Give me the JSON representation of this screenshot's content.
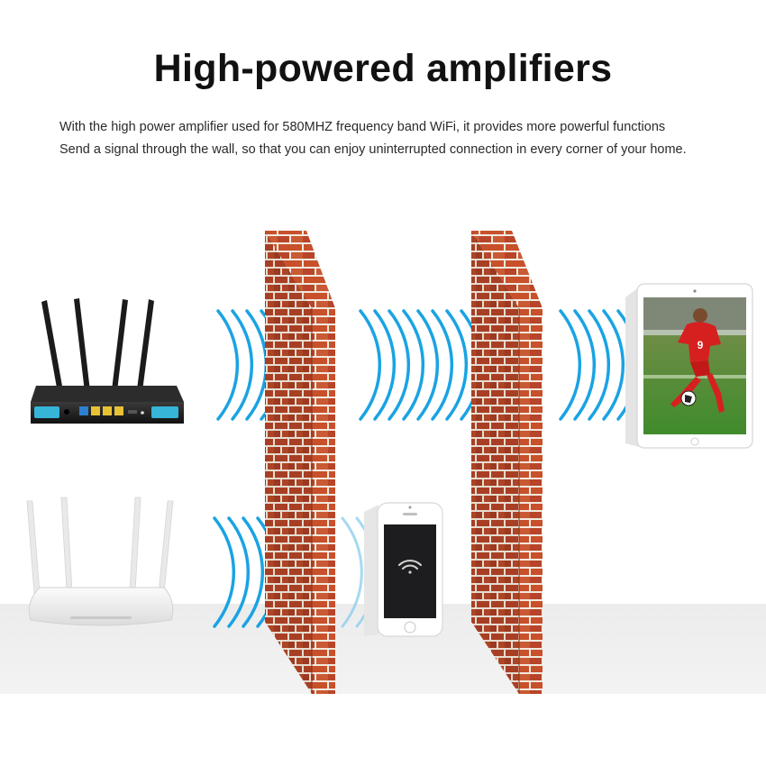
{
  "heading": "High-powered amplifiers",
  "description": {
    "line1": "With the high power amplifier used for 580MHZ frequency band WiFi, it provides more powerful functions",
    "line2": "Send a signal through the wall, so that you can enjoy uninterrupted connection in every corner of your home."
  },
  "illustration": {
    "devices": [
      "router-black-icon",
      "router-white-icon",
      "smartphone-icon",
      "tablet-icon",
      "wifi-icon"
    ],
    "walls": [
      "brick-wall-left",
      "brick-wall-right"
    ],
    "colors": {
      "signal": "#1aa3e3",
      "brick": "#c8502a",
      "mortar": "#f1e9df",
      "router_accent": "#36b5d8"
    },
    "tablet_jersey_number": "9"
  }
}
